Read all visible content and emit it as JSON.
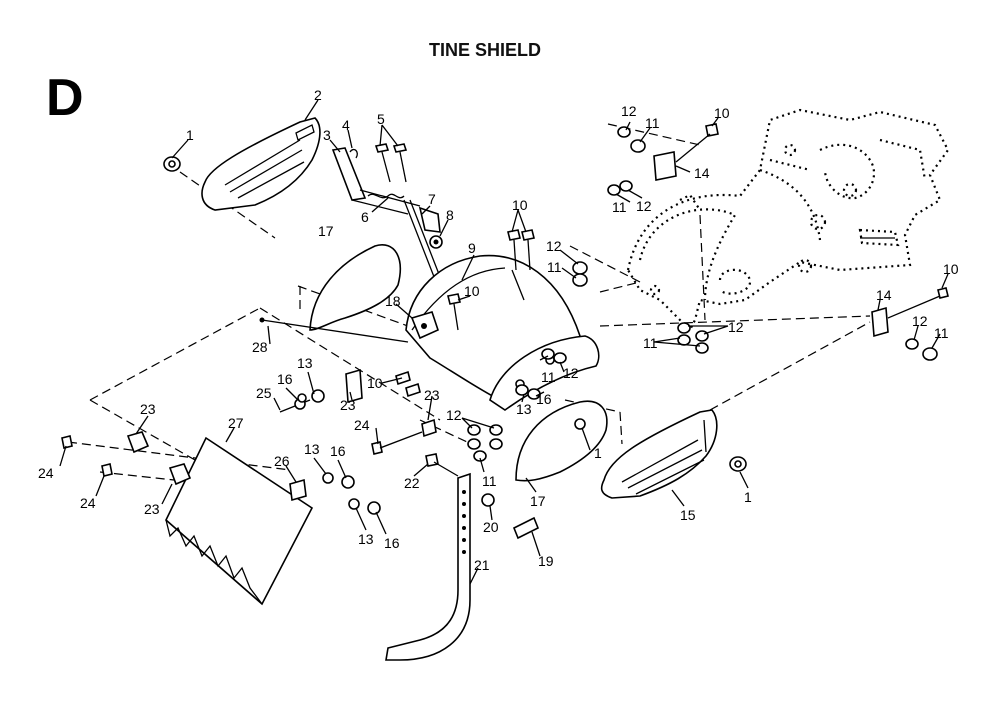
{
  "title": "TINE SHIELD",
  "section": "D",
  "callouts": [
    "1",
    "2",
    "3",
    "4",
    "5",
    "6",
    "7",
    "8",
    "9",
    "10",
    "10",
    "10",
    "10",
    "10",
    "11",
    "11",
    "11",
    "11",
    "11",
    "11",
    "11",
    "11",
    "12",
    "12",
    "12",
    "12",
    "12",
    "12",
    "12",
    "12",
    "13",
    "13",
    "13",
    "13",
    "14",
    "14",
    "15",
    "16",
    "16",
    "16",
    "16",
    "17",
    "17",
    "18",
    "19",
    "20",
    "21",
    "22",
    "23",
    "23",
    "23",
    "23",
    "24",
    "24",
    "24",
    "25",
    "26",
    "27",
    "28",
    "1",
    "1"
  ]
}
